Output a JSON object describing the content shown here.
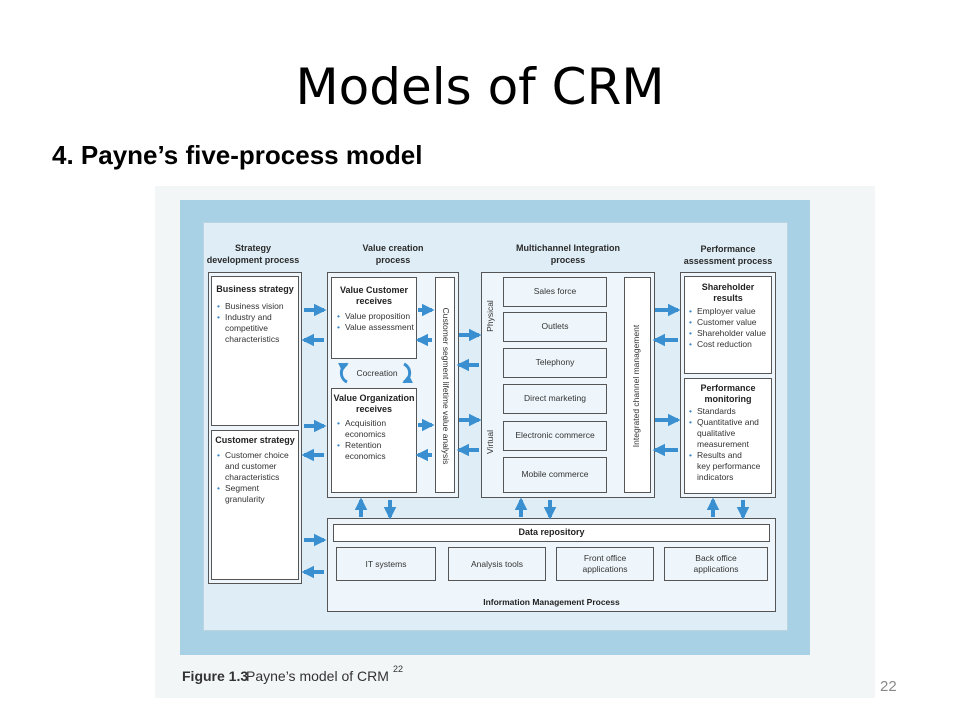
{
  "slide": {
    "title": "Models of CRM",
    "subtitle": "4.  Payne’s five-process model",
    "page_number": "22"
  },
  "figure": {
    "caption_label": "Figure 1.3",
    "caption_text": "Payne’s model of CRM",
    "caption_sup": "22",
    "columns": {
      "strategy": [
        "Strategy",
        "development process"
      ],
      "value": [
        "Value creation",
        "process"
      ],
      "multichannel": [
        "Multichannel Integration",
        "process"
      ],
      "performance": [
        "Performance",
        "assessment process"
      ]
    },
    "business_strategy": {
      "title": "Business strategy",
      "items": [
        "Business vision",
        "Industry and",
        "competitive",
        "characteristics"
      ]
    },
    "customer_strategy": {
      "title": "Customer strategy",
      "items": [
        "Customer choice",
        "and customer",
        "characteristics",
        "Segment granularity"
      ]
    },
    "value_customer": {
      "title": [
        "Value Customer",
        "receives"
      ],
      "items": [
        "Value proposition",
        "Value assessment"
      ]
    },
    "cocreation": "Cocreation",
    "value_organization": {
      "title": [
        "Value Organization",
        "receives"
      ],
      "items": [
        "Acquisition",
        "economics",
        "Retention",
        "economics"
      ]
    },
    "segment_lifetime": "Customer segment lifetime value analysis",
    "physical": "Physical",
    "virtual": "Virtual",
    "channels": [
      "Sales force",
      "Outlets",
      "Telephony",
      "Direct marketing",
      "Electronic commerce",
      "Mobile commerce"
    ],
    "integrated_channel": "Integrated channel management",
    "shareholder_results": {
      "title": [
        "Shareholder",
        "results"
      ],
      "items": [
        "Employer value",
        "Customer value",
        "Shareholder value",
        "Cost reduction"
      ]
    },
    "performance_monitoring": {
      "title": [
        "Performance",
        "monitoring"
      ],
      "items": [
        "Standards",
        "Quantitative and",
        "qualitative",
        "measurement",
        "Results and",
        "key performance",
        "indicators"
      ]
    },
    "data_repository": "Data repository",
    "systems": [
      "IT systems",
      "Analysis tools",
      "Front office applications",
      "Back office applications"
    ],
    "info_mgmt": "Information Management Process"
  },
  "colors": {
    "arrow": "#3a8fd0",
    "frame": "#a8d1e6",
    "bullet": "#3a87c4"
  }
}
